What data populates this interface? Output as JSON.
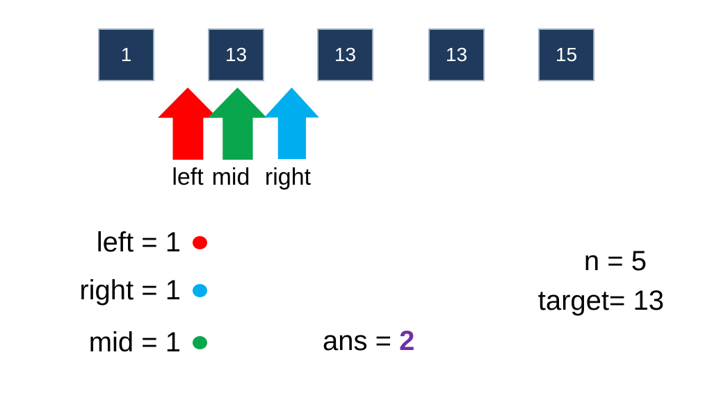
{
  "colors": {
    "background": "#ffffff",
    "cell_fill": "#1f3a5c",
    "cell_border": "#a3b1c2",
    "cell_text": "#ffffff",
    "left_pointer": "#ff0000",
    "mid_pointer": "#0aa64d",
    "right_pointer": "#00aeef",
    "ans_value": "#7030a0",
    "text": "#000000"
  },
  "array": {
    "cells": [
      {
        "value": "1"
      },
      {
        "value": "13"
      },
      {
        "value": "13"
      },
      {
        "value": "13"
      },
      {
        "value": "15"
      }
    ]
  },
  "pointers": {
    "arrows": [
      {
        "name": "left",
        "label": "left",
        "color": "#ff0000"
      },
      {
        "name": "mid",
        "label": "mid",
        "color": "#0aa64d"
      },
      {
        "name": "right",
        "label": "right",
        "color": "#00aeef"
      }
    ]
  },
  "state": {
    "rows": [
      {
        "label": "left = 1",
        "dot_color": "#ff0000"
      },
      {
        "label": "right = 1",
        "dot_color": "#00aeef"
      },
      {
        "label": "mid = 1",
        "dot_color": "#0aa64d"
      }
    ],
    "ans_prefix": "ans = ",
    "ans_value": "2",
    "n_label": "n = 5",
    "target_label": "target= 13"
  }
}
